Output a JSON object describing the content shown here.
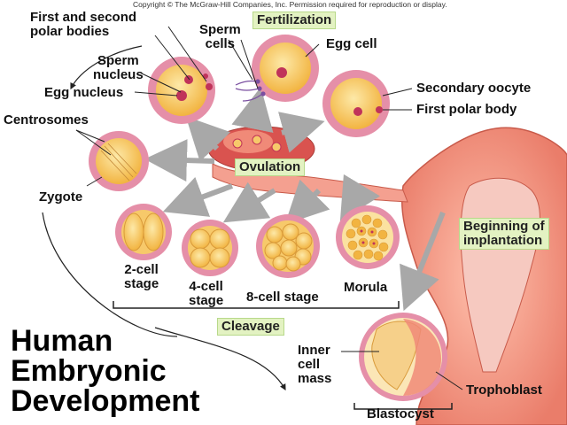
{
  "copyright": "Copyright © The McGraw-Hill Companies, Inc. Permission required for reproduction or display.",
  "title": [
    "Human",
    "Embryonic",
    "Development"
  ],
  "highlights": {
    "fertilization": "Fertilization",
    "ovulation": "Ovulation",
    "cleavage": "Cleavage",
    "implantation": [
      "Beginning of",
      "implantation"
    ]
  },
  "labels": {
    "polar_bodies": [
      "First and second",
      "polar bodies"
    ],
    "sperm_cells": [
      "Sperm",
      "cells"
    ],
    "egg_cell": "Egg cell",
    "sperm_nucleus": [
      "Sperm",
      "nucleus"
    ],
    "egg_nucleus": "Egg nucleus",
    "secondary_oocyte": "Secondary oocyte",
    "first_polar_body": "First polar body",
    "centrosomes": "Centrosomes",
    "zygote": "Zygote",
    "two_cell": [
      "2-cell",
      "stage"
    ],
    "four_cell": [
      "4-cell",
      "stage"
    ],
    "eight_cell": "8-cell stage",
    "morula": "Morula",
    "inner_cell_mass": [
      "Inner",
      "cell",
      "mass"
    ],
    "trophoblast": "Trophoblast",
    "blastocyst": "Blastocyst"
  },
  "colors": {
    "cell_membrane": "#e58fa8",
    "cytoplasm": "#f7c96a",
    "nucleus": "#c0335a",
    "tissue": "#d9534f",
    "uterus": "#f08a78",
    "arrow": "#a8a8a8",
    "highlight_bg": "#e3f2c2"
  }
}
